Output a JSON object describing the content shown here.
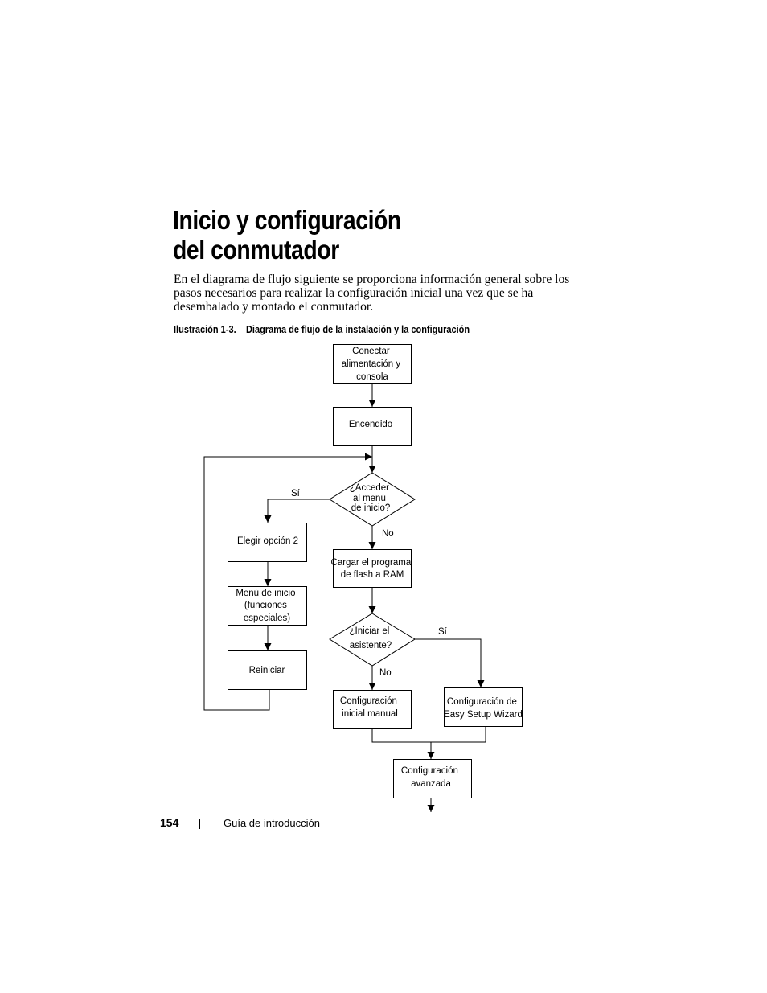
{
  "heading": {
    "line1": "Inicio y configuración",
    "line2": "del conmutador"
  },
  "intro": "En el diagrama de flujo siguiente se proporciona información general sobre los pasos necesarios para realizar la configuración inicial una vez que se ha desembalado y montado el conmutador.",
  "figure": {
    "label": "Ilustración 1-3.",
    "title": "Diagrama de flujo de la instalación y la configuración"
  },
  "flowchart": {
    "conectar": [
      "Conectar",
      "alimentación y",
      "consola"
    ],
    "encendido": [
      "Encendido"
    ],
    "acceder": [
      "¿Acceder",
      "al menú",
      "de inicio?"
    ],
    "acceder_si": "Sí",
    "acceder_no": "No",
    "elegir": [
      "Elegir opción 2"
    ],
    "menu": [
      "Menú de inicio",
      "(funciones",
      "especiales)"
    ],
    "reiniciar": [
      "Reiniciar"
    ],
    "cargar": [
      "Cargar el programa",
      "de flash a RAM"
    ],
    "iniciar": [
      "¿Iniciar el",
      "asistente?"
    ],
    "iniciar_si": "Sí",
    "iniciar_no": "No",
    "manual": [
      "Configuración",
      "inicial manual"
    ],
    "wizard": [
      "Configuración de",
      "Easy Setup Wizard"
    ],
    "avanzada": [
      "Configuración",
      "avanzada"
    ]
  },
  "footer": {
    "page_number": "154",
    "title": "Guía de introducción"
  }
}
